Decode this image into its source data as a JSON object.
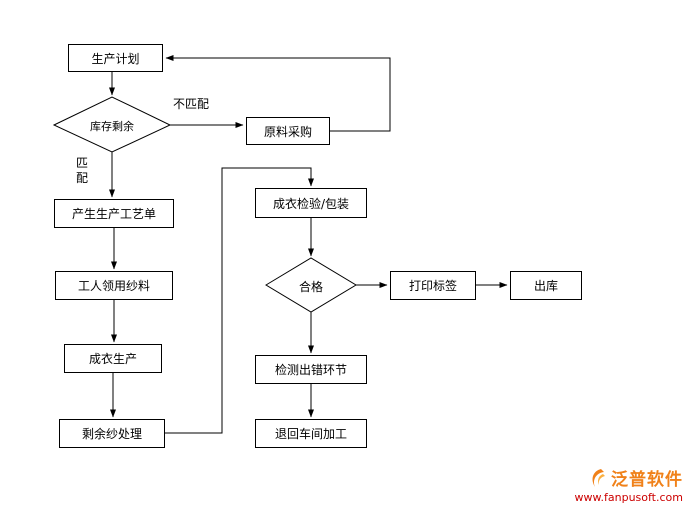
{
  "nodes": {
    "production_plan": "生产计划",
    "inventory_check": "库存剩余",
    "raw_material_purchase": "原料采购",
    "process_order": "产生生产工艺单",
    "worker_yarn": "工人领用纱料",
    "garment_production": "成衣生产",
    "remaining_yarn": "剩余纱处理",
    "inspection_packaging": "成衣检验/包装",
    "qualified_check": "合格",
    "print_label": "打印标签",
    "warehouse_out": "出库",
    "error_detection": "检测出错环节",
    "return_workshop": "退回车间加工"
  },
  "edge_labels": {
    "not_match": "不匹配",
    "match": "匹配"
  },
  "watermark": {
    "brand": "泛普软件",
    "url": "www.fanpusoft.com",
    "brand_color": "#f08119",
    "url_color": "#cc0000"
  },
  "colors": {
    "line": "#000000",
    "node_fill": "#ffffff",
    "node_border": "#000000"
  }
}
